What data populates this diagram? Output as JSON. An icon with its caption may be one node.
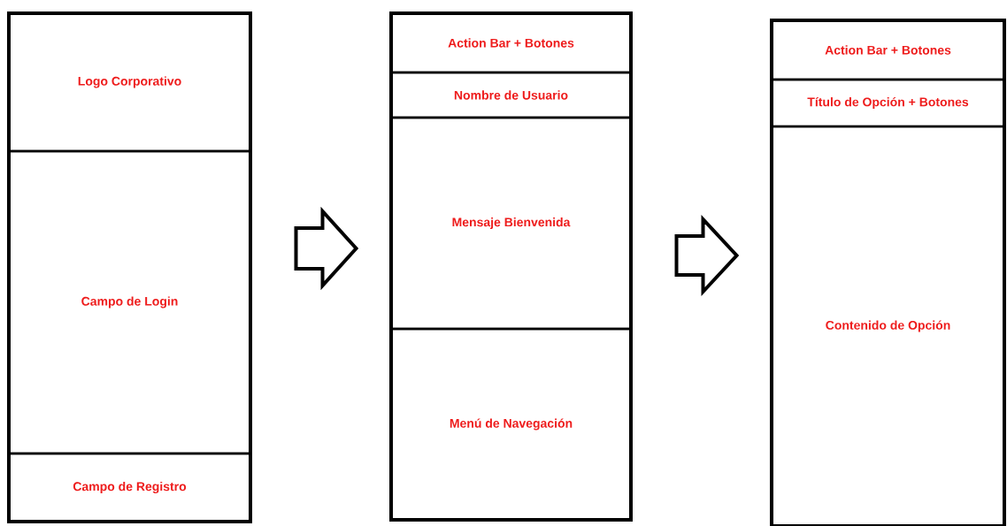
{
  "diagram": {
    "nodes": [
      {
        "text": [],
        "shape": "box"
      },
      {
        "text": [
          "Logo Corporativo"
        ],
        "in": 0
      },
      {
        "text": [
          "Campo de Login"
        ],
        "in": 0
      },
      {
        "text": [
          "Campo de Registro"
        ],
        "in": 0
      },
      {
        "text": [],
        "shape": "box"
      },
      {
        "text": [
          "Action Bar + Botones"
        ],
        "in": 4
      },
      {
        "text": [
          "Nombre de Usuario"
        ],
        "in": 4
      },
      {
        "text": [
          "Mensaje Bienvenida"
        ],
        "in": 4
      },
      {
        "text": [
          "Menú de Navegación"
        ],
        "in": 4
      },
      {
        "text": [],
        "shape": "box"
      },
      {
        "text": [
          "Action Bar + Botones"
        ],
        "in": 9
      },
      {
        "text": [
          "Título de Opción + Botones"
        ],
        "in": 9
      },
      {
        "text": [
          "Contenido de Opción"
        ],
        "in": 9
      }
    ],
    "edges": [
      {
        "from": 0,
        "to": 4,
        "arrow": "to",
        "style": "thick"
      },
      {
        "from": 4,
        "to": 9,
        "arrow": "to",
        "style": "thick"
      }
    ]
  }
}
